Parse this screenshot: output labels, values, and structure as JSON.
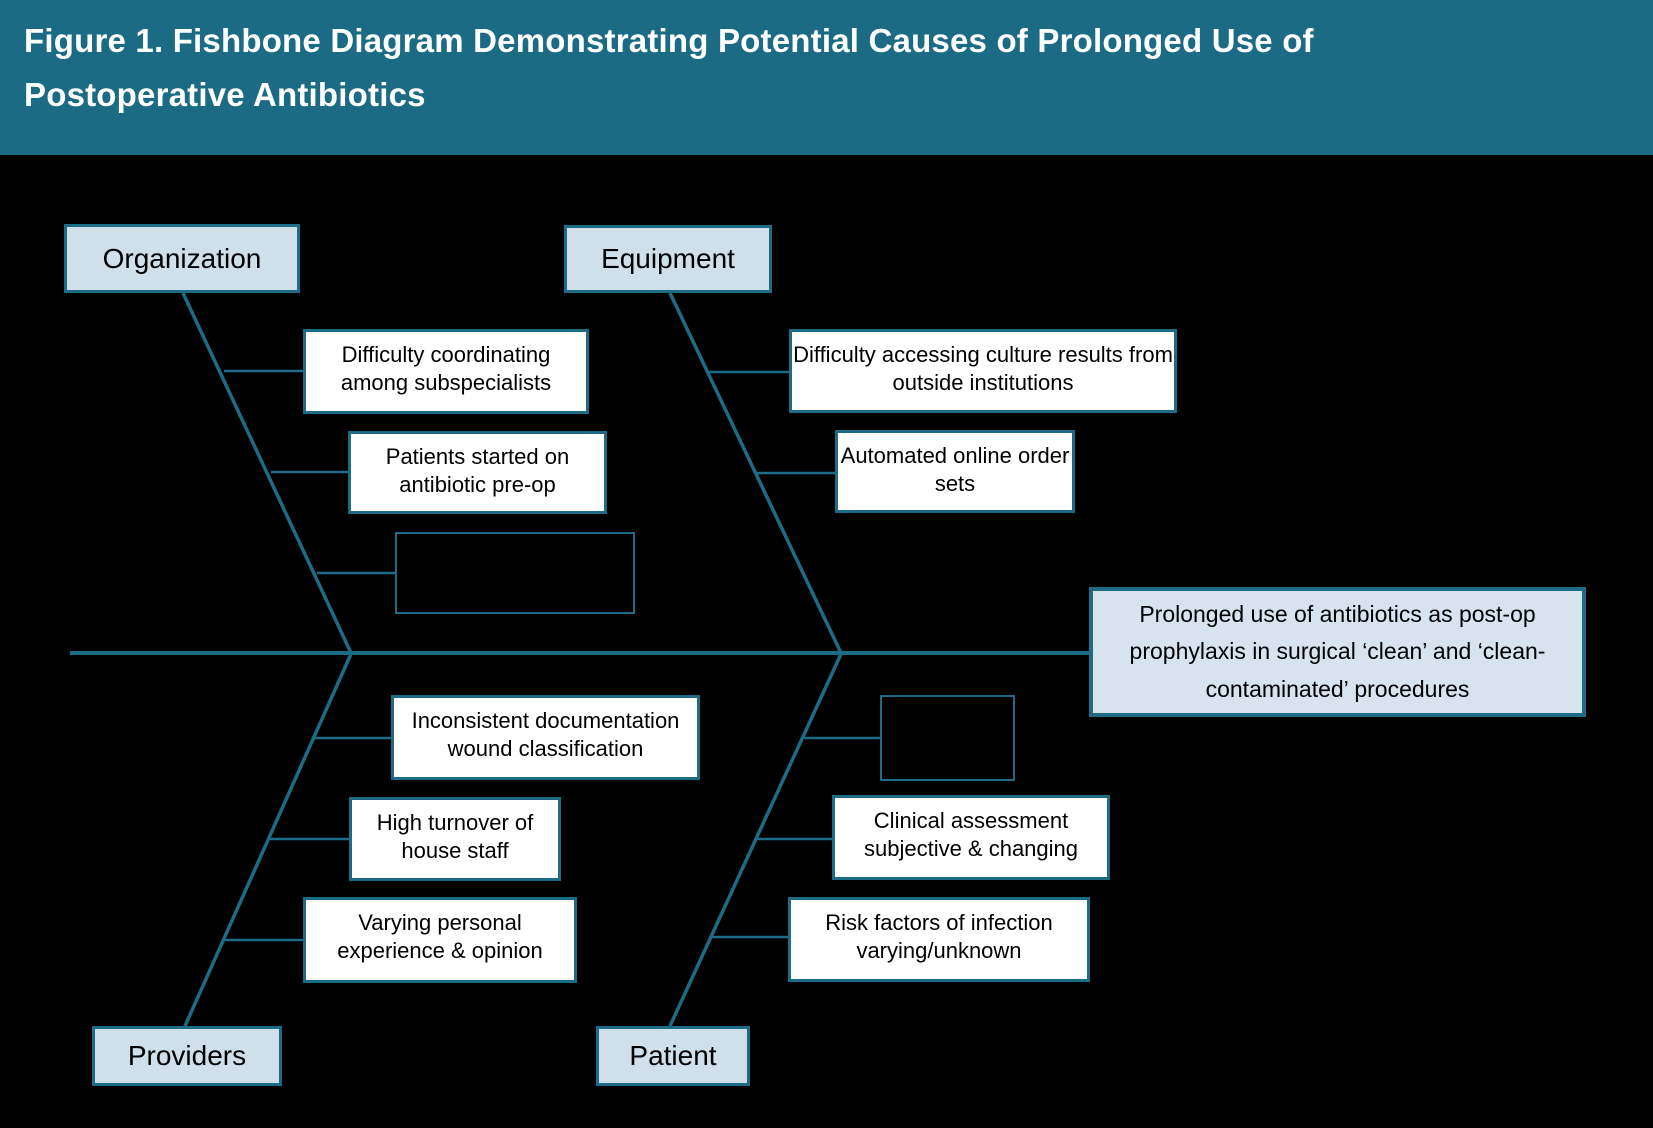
{
  "title": "Figure 1. Fishbone Diagram Demonstrating Potential Causes of Prolonged Use of Postoperative Antibiotics",
  "colors": {
    "header_bg": "#1b6b84",
    "line_teal": "#1d6b84",
    "category_fill": "#cfe0ea",
    "effect_fill": "#d7e3ee",
    "cause_fill": "#ffffff",
    "background": "#000000",
    "title_text": "#ffffff",
    "box_text": "#000000"
  },
  "categories": {
    "organization": "Organization",
    "equipment": "Equipment",
    "providers": "Providers",
    "patient": "Patient"
  },
  "effect": {
    "text": "Prolonged use of antibiotics as post-op prophylaxis in surgical ‘clean’ and ‘clean-contaminated’ procedures"
  },
  "causes": {
    "organization": [
      "Difficulty coordinating among subspecialists",
      "Patients started on antibiotic pre-op",
      ""
    ],
    "equipment": [
      "Difficulty accessing culture results from outside institutions",
      "Automated online order sets"
    ],
    "providers": [
      "Inconsistent documentation wound classification",
      "High turnover of house staff",
      "Varying personal experience & opinion"
    ],
    "patient": [
      "",
      "Clinical assessment subjective & changing",
      "Risk factors of infection varying/unknown"
    ]
  }
}
